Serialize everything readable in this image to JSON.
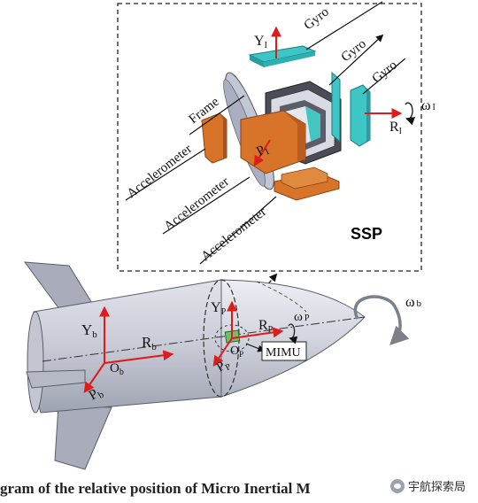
{
  "inset": {
    "title": "SSP",
    "labels": {
      "gyro_top": "Gyro",
      "gyro_mid": "Gyro",
      "gyro_right": "Gyro",
      "frame": "Frame",
      "acc_left": "Accelerometer",
      "acc_mid": "Accelerometer",
      "acc_bottom": "Accelerometer",
      "yi": "Y",
      "yi_sub": "I",
      "ri": "R",
      "ri_sub": "I",
      "pi": "P",
      "pi_sub": "I",
      "omega_i": "ω",
      "omega_i_sub": "I"
    }
  },
  "body_labels": {
    "yb": "Y",
    "yb_sub": "b",
    "rb": "R",
    "rb_sub": "b",
    "ob": "O",
    "ob_sub": "b",
    "pb": "P",
    "pb_sub": "b",
    "yp": "Y",
    "yp_sub": "P",
    "rp": "R",
    "rp_sub": "P",
    "op": "O",
    "op_sub": "P",
    "pp": "P",
    "pp_sub": "P",
    "omega_p": "ω",
    "omega_p_sub": "P",
    "omega_b": "ω",
    "omega_b_sub": "b",
    "mimu": "MIMU"
  },
  "caption_fragment": "gram of the relative position of Micro Inertial M",
  "watermark": "宇航探索局",
  "colors": {
    "axis": "#e01b1b",
    "body": "#c9ccd6",
    "gyro": "#3ec5c5",
    "accelerometer": "#d8742a",
    "frame": "#b9bfcf"
  }
}
